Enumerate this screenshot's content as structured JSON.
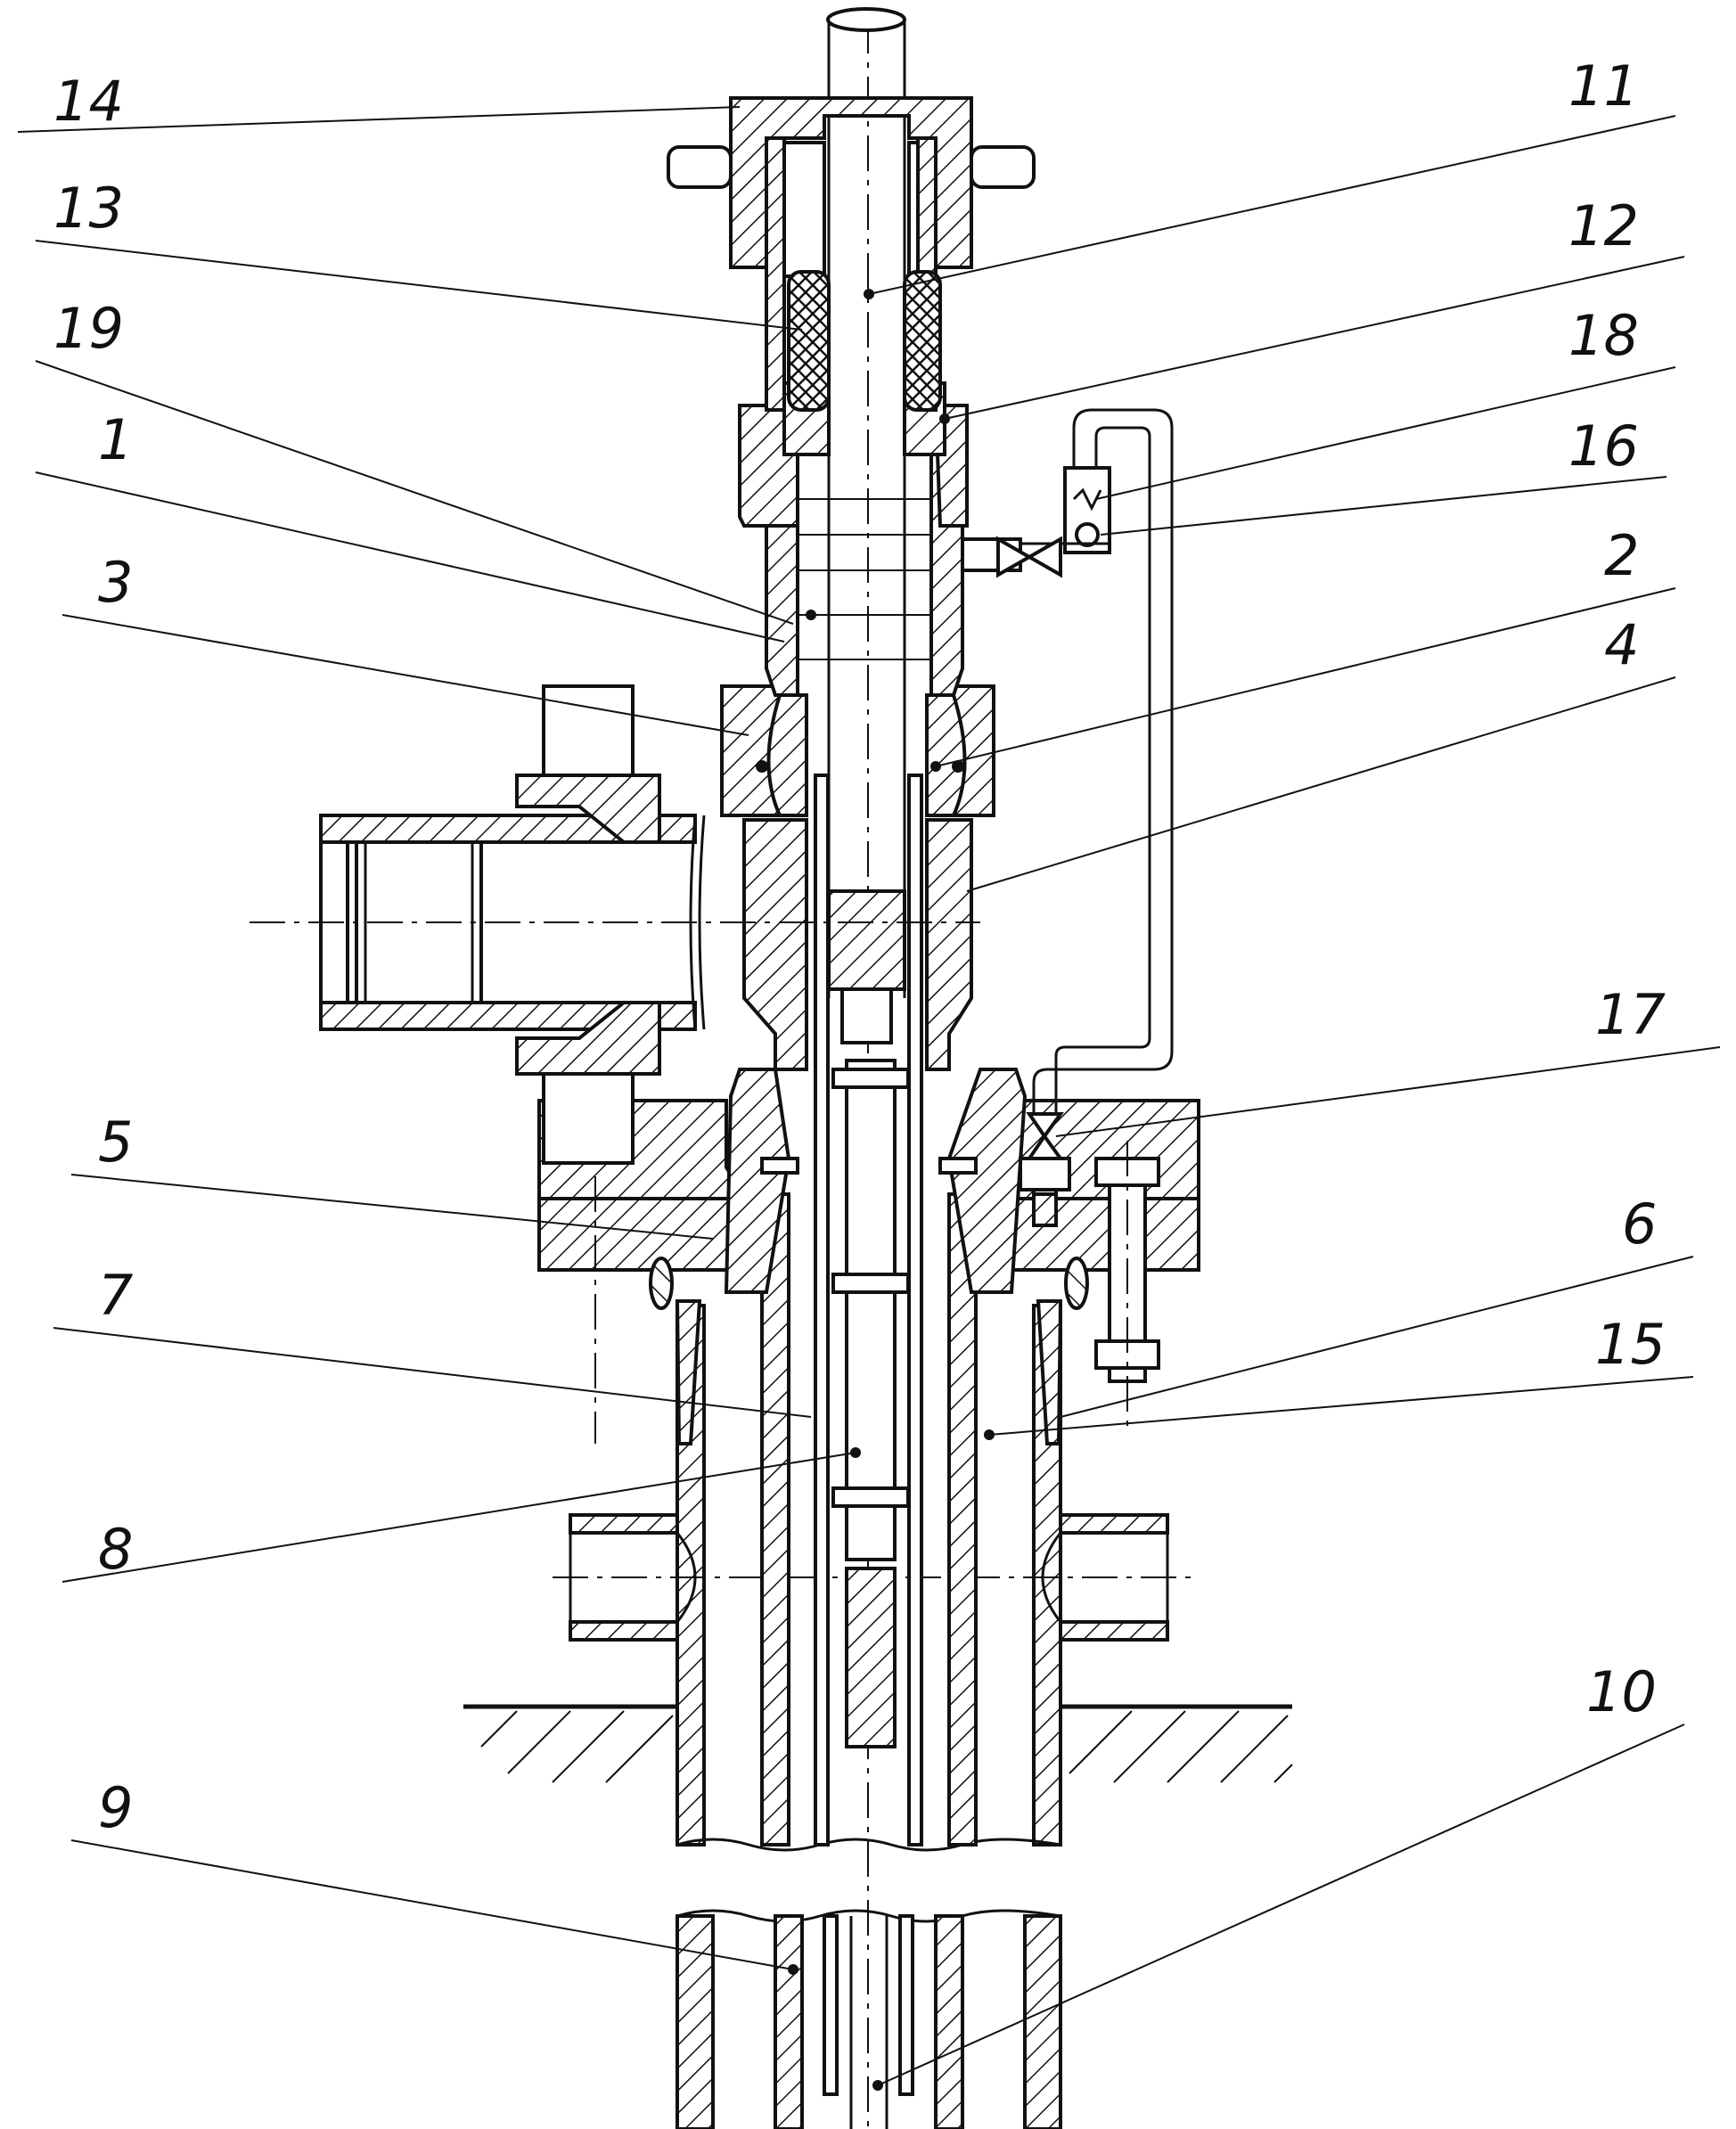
{
  "callouts": {
    "c14": "14",
    "c13": "13",
    "c19": "19",
    "c1": "1",
    "c3": "3",
    "c5": "5",
    "c7": "7",
    "c8": "8",
    "c9": "9",
    "c11": "11",
    "c12": "12",
    "c18": "18",
    "c16": "16",
    "c2": "2",
    "c4": "4",
    "c17": "17",
    "c6": "6",
    "c15": "15",
    "c10": "10"
  },
  "colors": {
    "ink": "#111111",
    "paper": "#ffffff"
  }
}
